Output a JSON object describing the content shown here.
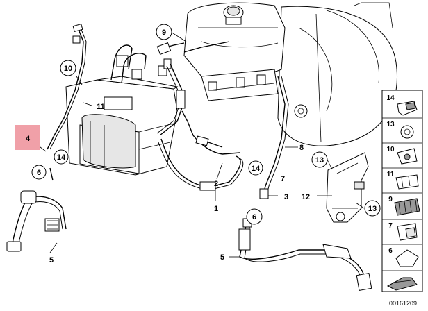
{
  "diagram": {
    "document_number": "00161209",
    "callouts": {
      "c4": "4",
      "c14a": "14",
      "c6a": "6",
      "c5a": "5",
      "c10": "10",
      "c11": "11",
      "c9": "9",
      "c2": "2",
      "c1": "1",
      "c14b": "14",
      "c7": "7",
      "c3": "3",
      "c8": "8",
      "c13a": "13",
      "c12": "12",
      "c13b": "13",
      "c6b": "6",
      "c5b": "5"
    },
    "sidebar": [
      "14",
      "13",
      "10",
      "11",
      "9",
      "7",
      "6"
    ]
  }
}
